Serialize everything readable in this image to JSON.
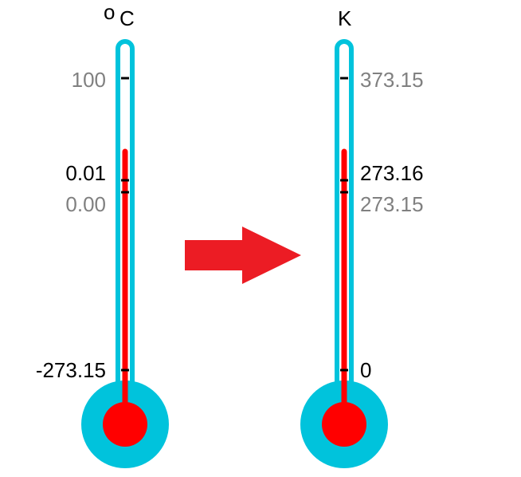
{
  "celsius": {
    "unit_degree": "o",
    "unit_letter": "C",
    "labels": {
      "boiling": "100",
      "triple_point": "0.01",
      "freezing": "0.00",
      "absolute_zero": "-273.15"
    }
  },
  "kelvin": {
    "unit_letter": "K",
    "labels": {
      "boiling": "373.15",
      "triple_point": "273.16",
      "freezing": "273.15",
      "absolute_zero": "0"
    }
  },
  "colors": {
    "tube_outline": "#00c3dc",
    "mercury": "#ff0000",
    "arrow": "#ec1c24",
    "tick": "#000000",
    "label_primary": "#000000",
    "label_secondary": "#808080"
  }
}
